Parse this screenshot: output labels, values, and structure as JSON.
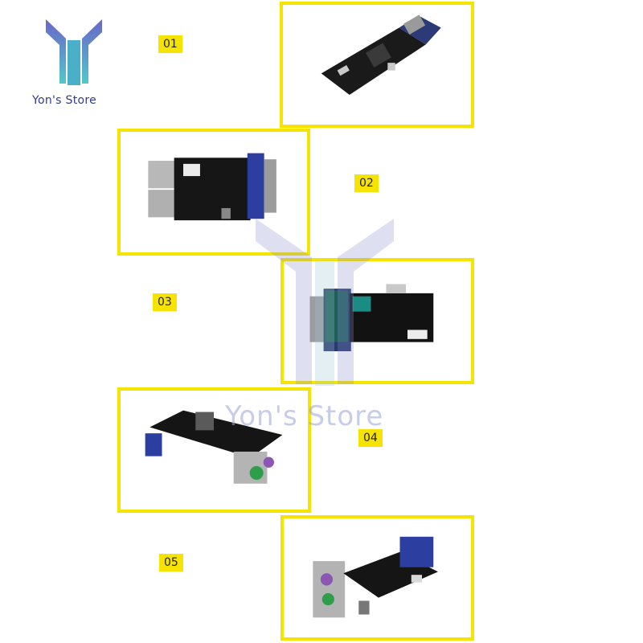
{
  "brand": {
    "name": "Yon's Store",
    "logo_icon": "y-logo-icon",
    "colors": {
      "logo_top": "#6a66c8",
      "logo_bottom": "#52c7c9",
      "frame": "#f7e300"
    }
  },
  "panels": [
    {
      "label": "01"
    },
    {
      "label": "02"
    },
    {
      "label": "03"
    },
    {
      "label": "04"
    },
    {
      "label": "05"
    }
  ],
  "watermark": {
    "text": "Yon's Store"
  }
}
